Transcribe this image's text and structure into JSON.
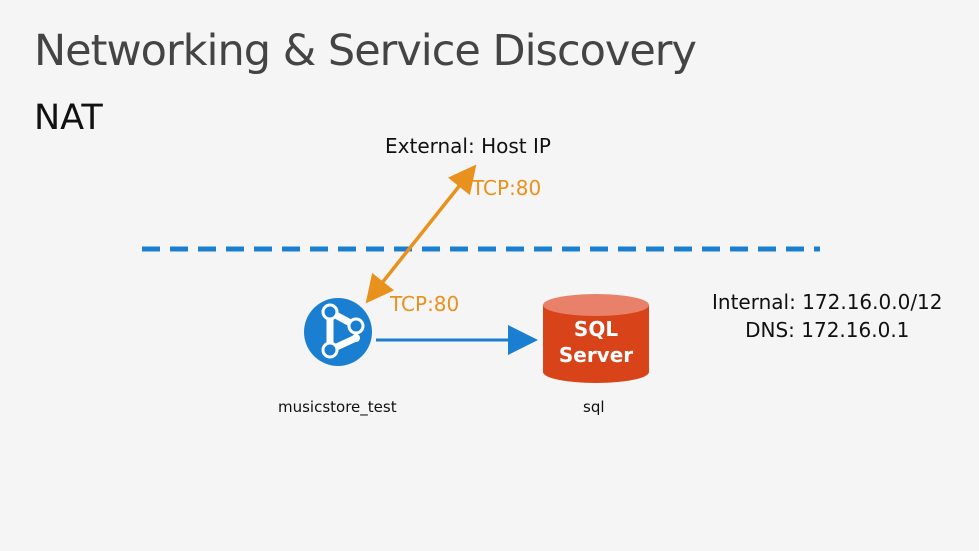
{
  "slide": {
    "title": "Networking & Service Discovery",
    "subtitle": "NAT"
  },
  "diagram": {
    "external_label": "External: Host IP",
    "tcp_external": "TCP:80",
    "tcp_internal": "TCP:80",
    "internal_network": {
      "line1": "Internal: 172.16.0.0/12",
      "line2": "DNS: 172.16.0.1"
    },
    "app_container": {
      "icon": "service-fabric-icon",
      "caption": "musicstore_test"
    },
    "db_container": {
      "icon": "database-cylinder-icon",
      "line1": "SQL",
      "line2": "Server",
      "caption": "sql"
    },
    "colors": {
      "accent_blue": "#1b7fd1",
      "arrow_orange": "#e8921d",
      "db_red": "#d9431a",
      "db_top": "#e9816a"
    }
  }
}
